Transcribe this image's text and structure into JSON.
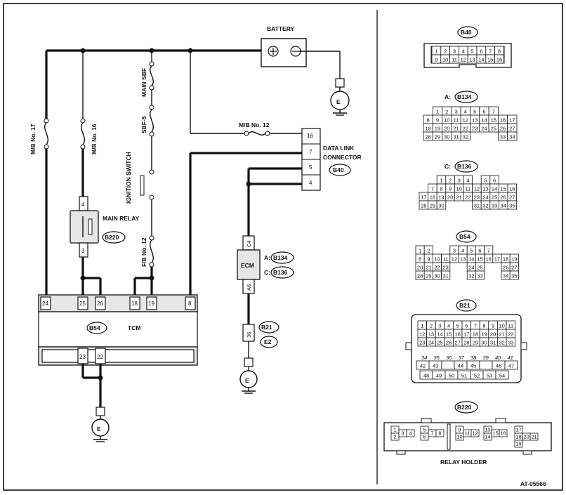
{
  "labels": {
    "battery": "BATTERY",
    "main_sbf": "MAIN SBF",
    "sbf5": "SBF-5",
    "ignition_switch": "IGNITION SWITCH",
    "fb12": "F/B No. 12",
    "mb17": "M/B No. 17",
    "mb16": "M/B No. 16",
    "mb12": "M/B No. 12",
    "main_relay": "MAIN RELAY",
    "main_relay_conn": "B220",
    "data_link": "DATA LINK",
    "connector": "CONNECTOR",
    "data_link_conn": "B40",
    "ecm": "ECM",
    "ecm_conn_a_prefix": "A:",
    "ecm_conn_a": "B134",
    "ecm_conn_c_prefix": "C:",
    "ecm_conn_c": "B136",
    "tcm": "TCM",
    "tcm_conn": "B54",
    "ground": "E",
    "ecm_ground_conn": "B21",
    "ecm_ground_pin": "E2",
    "relay_holder": "RELAY HOLDER",
    "doc_code": "AT-05566"
  },
  "pins": {
    "relay_top": "4",
    "relay_bottom": "3",
    "dlc": [
      "16",
      "7",
      "5",
      "4"
    ],
    "ecm_top": "C4",
    "ecm_bottom": "A6",
    "ecm_ground_pin": "36",
    "tcm_top": [
      "24",
      "25",
      "26",
      "18",
      "19",
      "8"
    ],
    "tcm_bottom": [
      "23",
      "22"
    ]
  },
  "connectors": {
    "b40": {
      "name": "B40",
      "row1": [
        "1",
        "2",
        "3",
        "4",
        "5",
        "6",
        "7",
        "8"
      ],
      "row2": [
        "9",
        "10",
        "11",
        "12",
        "13",
        "14",
        "15",
        "16"
      ]
    },
    "b134": {
      "prefix": "A:",
      "name": "B134",
      "rows": [
        [
          "",
          "1",
          "2",
          "3",
          "4",
          "5",
          "6",
          "7"
        ],
        [
          "8",
          "9",
          "10",
          "11",
          "12",
          "13",
          "14",
          "15",
          "16",
          "17"
        ],
        [
          "18",
          "19",
          "20",
          "21",
          "22",
          "23",
          "24",
          "25",
          "26",
          "27"
        ],
        [
          "28",
          "29",
          "30",
          "31",
          "32",
          "",
          "",
          "",
          "33",
          "34"
        ]
      ]
    },
    "b136": {
      "prefix": "C:",
      "name": "B136",
      "rows": [
        [
          "",
          "",
          "1",
          "2",
          "3",
          "4",
          "",
          "5",
          "6"
        ],
        [
          "",
          "7",
          "8",
          "9",
          "10",
          "11",
          "12",
          "13",
          "14",
          "15",
          "16"
        ],
        [
          "17",
          "18",
          "19",
          "20",
          "21",
          "22",
          "23",
          "24",
          "25",
          "26",
          "27"
        ],
        [
          "28",
          "29",
          "30",
          "",
          "",
          "",
          "31",
          "32",
          "33",
          "34",
          "35"
        ]
      ]
    },
    "b54": {
      "name": "B54",
      "rows": [
        [
          "1",
          "2",
          "",
          "",
          "3",
          "4",
          "5",
          "6",
          "7"
        ],
        [
          "8",
          "9",
          "10",
          "11",
          "12",
          "13",
          "14",
          "15",
          "16",
          "17",
          "18",
          "19"
        ],
        [
          "20",
          "21",
          "22",
          "23",
          "",
          "",
          "24",
          "25",
          "",
          "",
          "26",
          "27"
        ],
        [
          "28",
          "29",
          "30",
          "31",
          "",
          "",
          "32",
          "33",
          "",
          "",
          "34",
          "35"
        ]
      ]
    },
    "b21": {
      "name": "B21",
      "rows": [
        [
          "1",
          "2",
          "3",
          "4",
          "5",
          "6",
          "7",
          "8",
          "9",
          "10",
          "11"
        ],
        [
          "12",
          "13",
          "14",
          "15",
          "16",
          "17",
          "18",
          "19",
          "20",
          "21",
          "22"
        ],
        [
          "23",
          "24",
          "25",
          "26",
          "27",
          "28",
          "29",
          "30",
          "31",
          "32",
          "33"
        ]
      ],
      "row4": [
        "34",
        "35",
        "36",
        "37",
        "38",
        "39",
        "40",
        "41"
      ],
      "row5": [
        "42",
        "43",
        "",
        "44",
        "45",
        "",
        "46",
        "47"
      ],
      "row6": [
        "48",
        "49",
        "50",
        "51",
        "52",
        "53",
        "54"
      ]
    },
    "b220": {
      "name": "B220",
      "groups": [
        [
          "1",
          "2",
          "3",
          "4"
        ],
        [
          "5",
          "6",
          "7",
          "8"
        ],
        [
          "9",
          "10",
          "11",
          "12"
        ],
        [
          "13",
          "14",
          "15",
          "16"
        ],
        [
          "17",
          "18",
          "19",
          "20",
          "21"
        ]
      ]
    }
  }
}
